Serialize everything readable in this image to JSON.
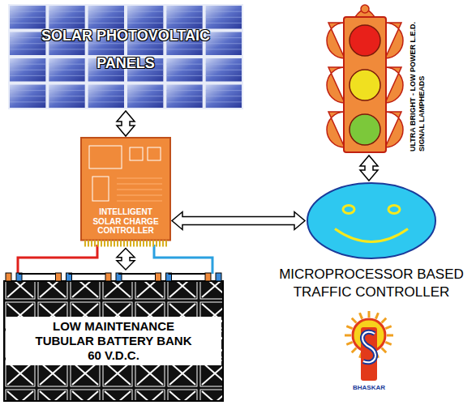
{
  "diagram": {
    "nodes": [
      {
        "text": [
          "SOLAR PHOTOVOLTAIC PANELS"
        ]
      },
      {
        "text": [
          "INTELLIGENT SOLAR CHARGE CONTROLLER"
        ]
      },
      {
        "text": [
          "LOW MAINTENANCE TUBULAR BATTERY BANK 60 V.D.C."
        ]
      },
      {
        "text": [
          "ULTRA BRIGHT - LOW POWER L.E.D. SIGNAL LAMPHEADS"
        ]
      },
      {
        "text": [
          "MICROPROCESSOR BASED TRAFFIC CONTROLLER"
        ]
      }
    ],
    "edges": [
      {
        "from": 0,
        "to": 1,
        "arrow": "both"
      },
      {
        "from": 1,
        "to": 2,
        "arrow": "both"
      },
      {
        "from": 1,
        "to": 4,
        "arrow": "both"
      },
      {
        "from": 4,
        "to": 3,
        "arrow": "both"
      }
    ],
    "labels": [
      "BHASKAR"
    ]
  }
}
